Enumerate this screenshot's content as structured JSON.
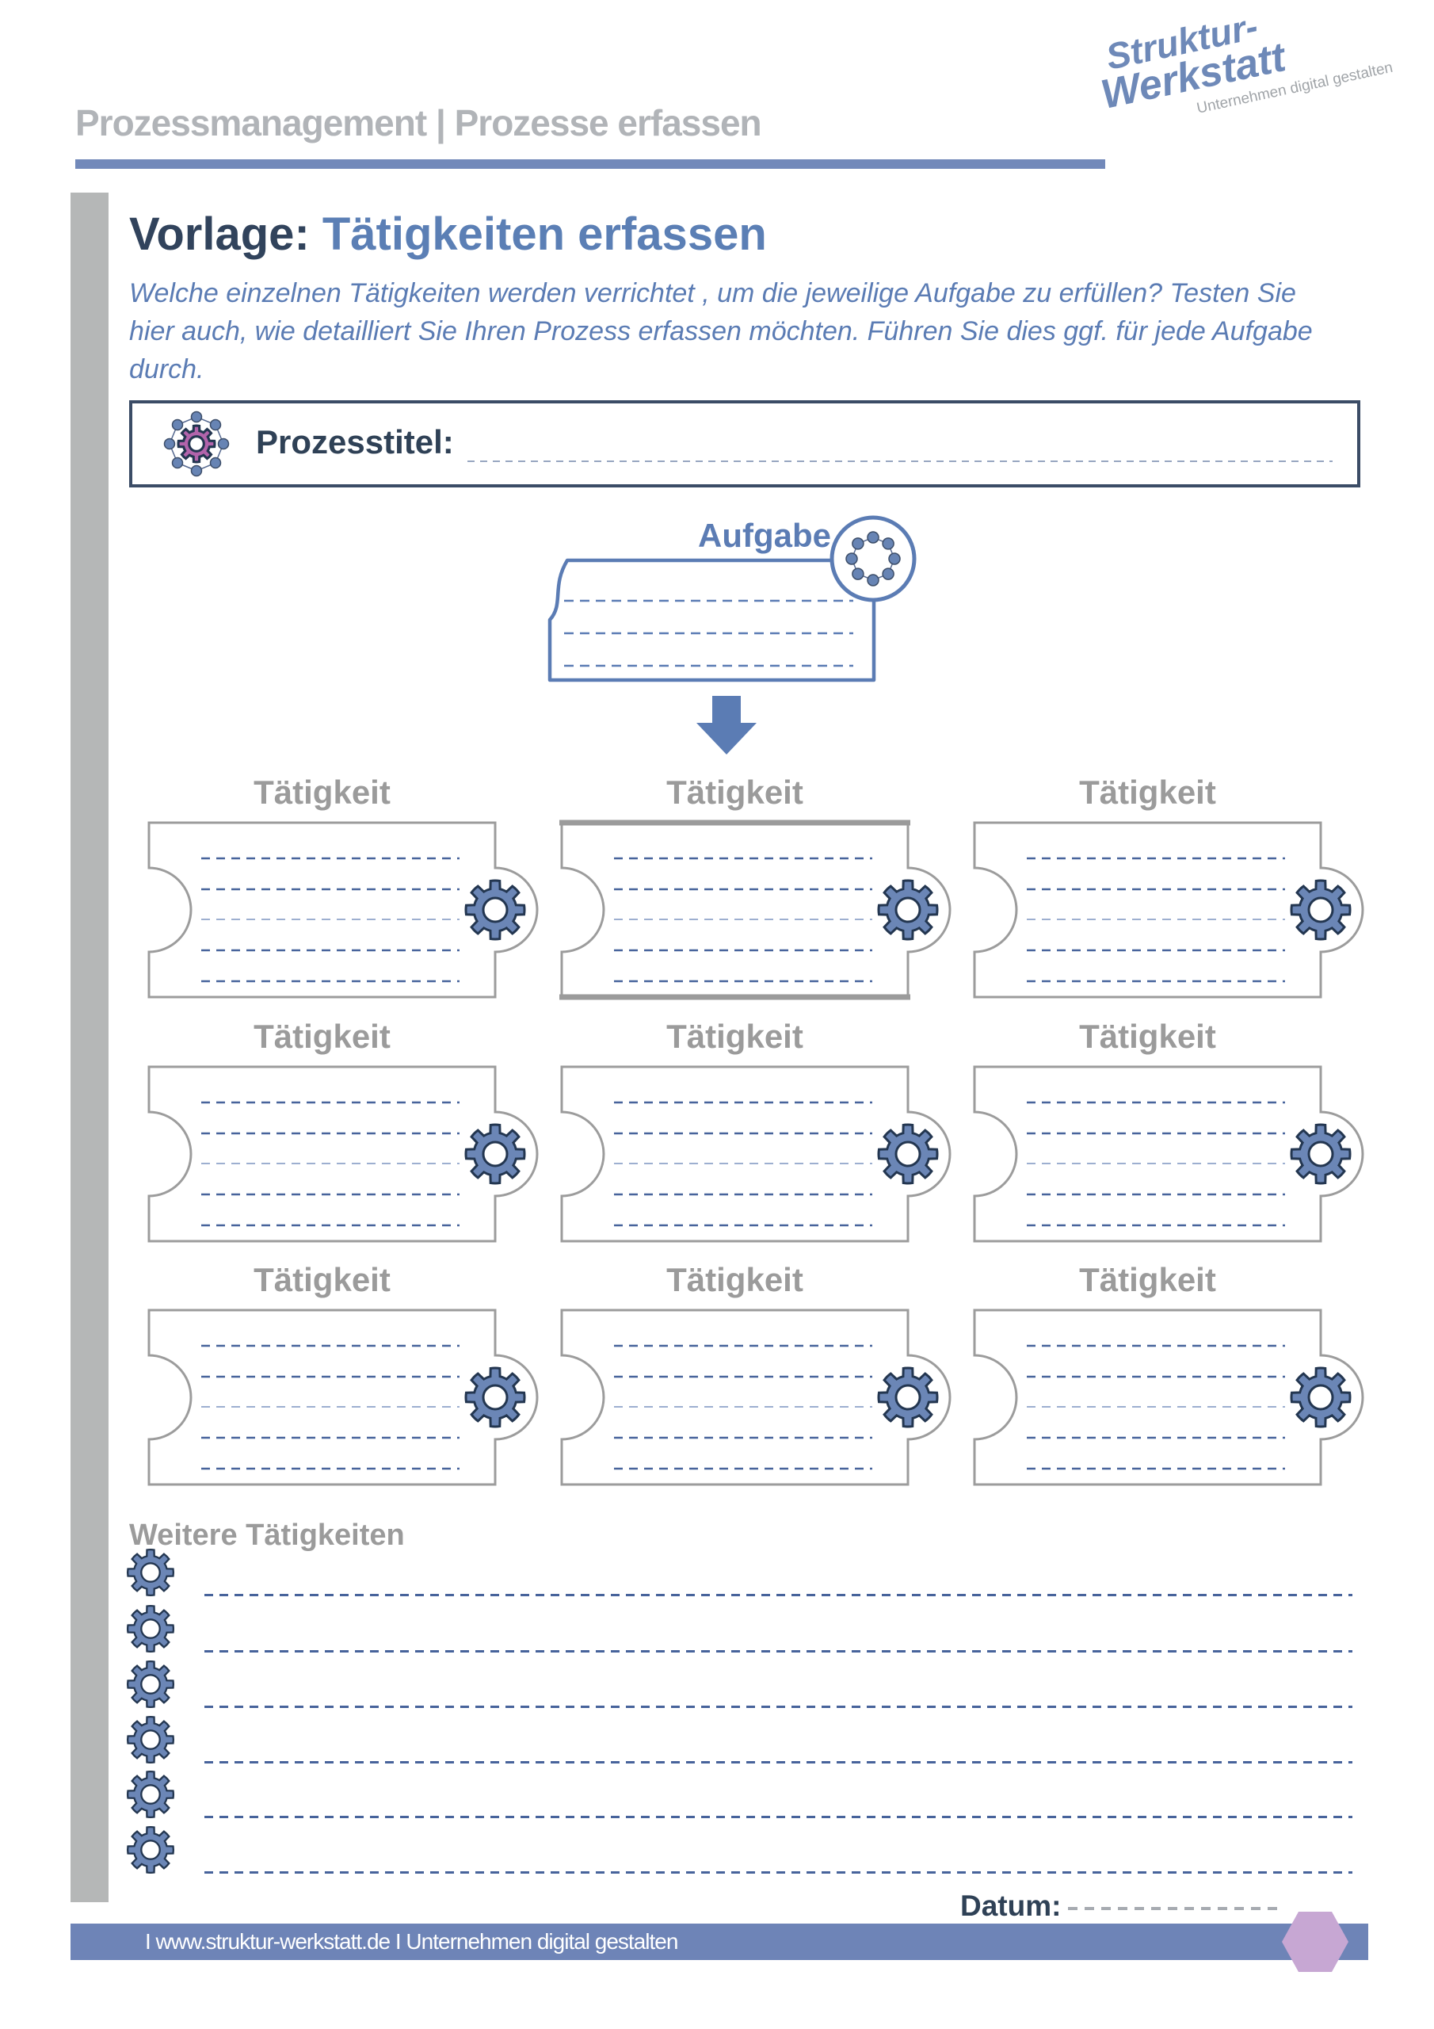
{
  "header": {
    "breadcrumb": "Prozessmanagement | Prozesse erfassen"
  },
  "logo": {
    "line1": "Struktur-",
    "line2": "Werkstatt",
    "tagline": "Unternehmen digital gestalten"
  },
  "page": {
    "title_prefix": "Vorlage: ",
    "title_accent": "Tätigkeiten erfassen",
    "description_lines": [
      "Welche einzelnen Tätigkeiten werden verrichtet , um die jeweilige Aufgabe zu erfüllen? Testen Sie",
      "hier auch, wie detailliert Sie Ihren Prozess erfassen möchten. Führen Sie dies ggf. für jede Aufgabe",
      "durch."
    ]
  },
  "process_title": {
    "label": "Prozesstitel:",
    "value": "",
    "icon": "gear-network-icon"
  },
  "task": {
    "label": "Aufgabe",
    "value": "",
    "icon": "dot-circle-icon"
  },
  "grid": {
    "boxes": [
      {
        "label": "Tätigkeit",
        "value": ""
      },
      {
        "label": "Tätigkeit",
        "value": ""
      },
      {
        "label": "Tätigkeit",
        "value": ""
      },
      {
        "label": "Tätigkeit",
        "value": ""
      },
      {
        "label": "Tätigkeit",
        "value": ""
      },
      {
        "label": "Tätigkeit",
        "value": ""
      },
      {
        "label": "Tätigkeit",
        "value": ""
      },
      {
        "label": "Tätigkeit",
        "value": ""
      },
      {
        "label": "Tätigkeit",
        "value": ""
      }
    ]
  },
  "more": {
    "title": "Weitere Tätigkeiten",
    "lines": [
      "",
      "",
      "",
      "",
      "",
      ""
    ]
  },
  "date": {
    "label": "Datum:",
    "value": ""
  },
  "footer": {
    "text": "I www.struktur-werkstatt.de I Unternehmen digital gestalten"
  },
  "colors": {
    "accent_blue": "#5b7cb4",
    "divider_blue": "#7289ba",
    "footer_blue": "#6e84b7",
    "dark_navy": "#2f4156",
    "gray_text": "#9b9b9b",
    "gear_blue": "#6b86b6",
    "gear_purple": "#b264ab",
    "hexagon_purple": "#c7a7d3"
  }
}
